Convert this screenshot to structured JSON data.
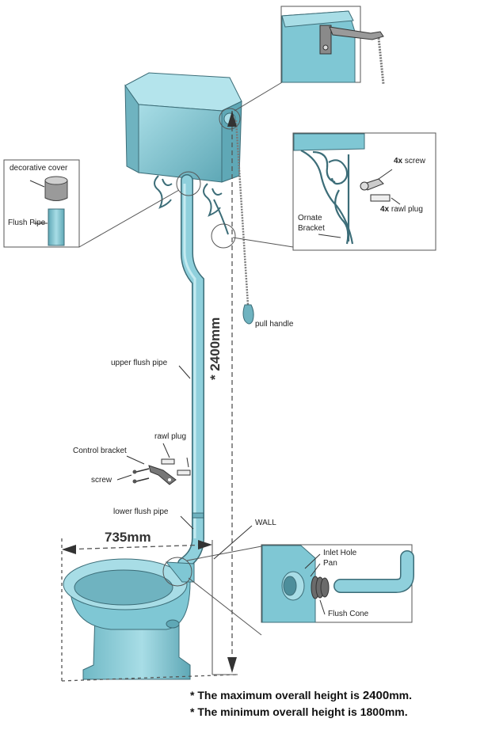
{
  "colors": {
    "ceramic": "#7fc7d4",
    "ceramic_dark": "#5fa8b6",
    "ceramic_light": "#a8dde6",
    "outline": "#3c6d78",
    "dash": "#555555"
  },
  "labels": {
    "decorative_cover": "decorative cover",
    "flush_pipe": "Flush Pipe",
    "screw_4x_prefix": "4x",
    "screw_4x": "screw",
    "rawl_4x_prefix": "4x",
    "rawl_4x": "rawl plug",
    "ornate": "Ornate",
    "bracket": "Bracket",
    "pull_handle": "pull handle",
    "upper_flush_pipe": "upper flush pipe",
    "control_bracket": "Control bracket",
    "rawl_plug": "rawl plug",
    "screw": "screw",
    "lower_flush_pipe": "lower flush pipe",
    "wall": "WALL",
    "inlet_hole": "Inlet Hole",
    "pan": "Pan",
    "flush_cone": "Flush Cone"
  },
  "dimensions": {
    "width": "735mm",
    "height": "* 2400mm"
  },
  "notes": {
    "max_prefix": "* The maximum overall height is ",
    "max_value": "2400",
    "max_suffix": "mm.",
    "min_text": "* The minimum overall height is 1800mm."
  }
}
